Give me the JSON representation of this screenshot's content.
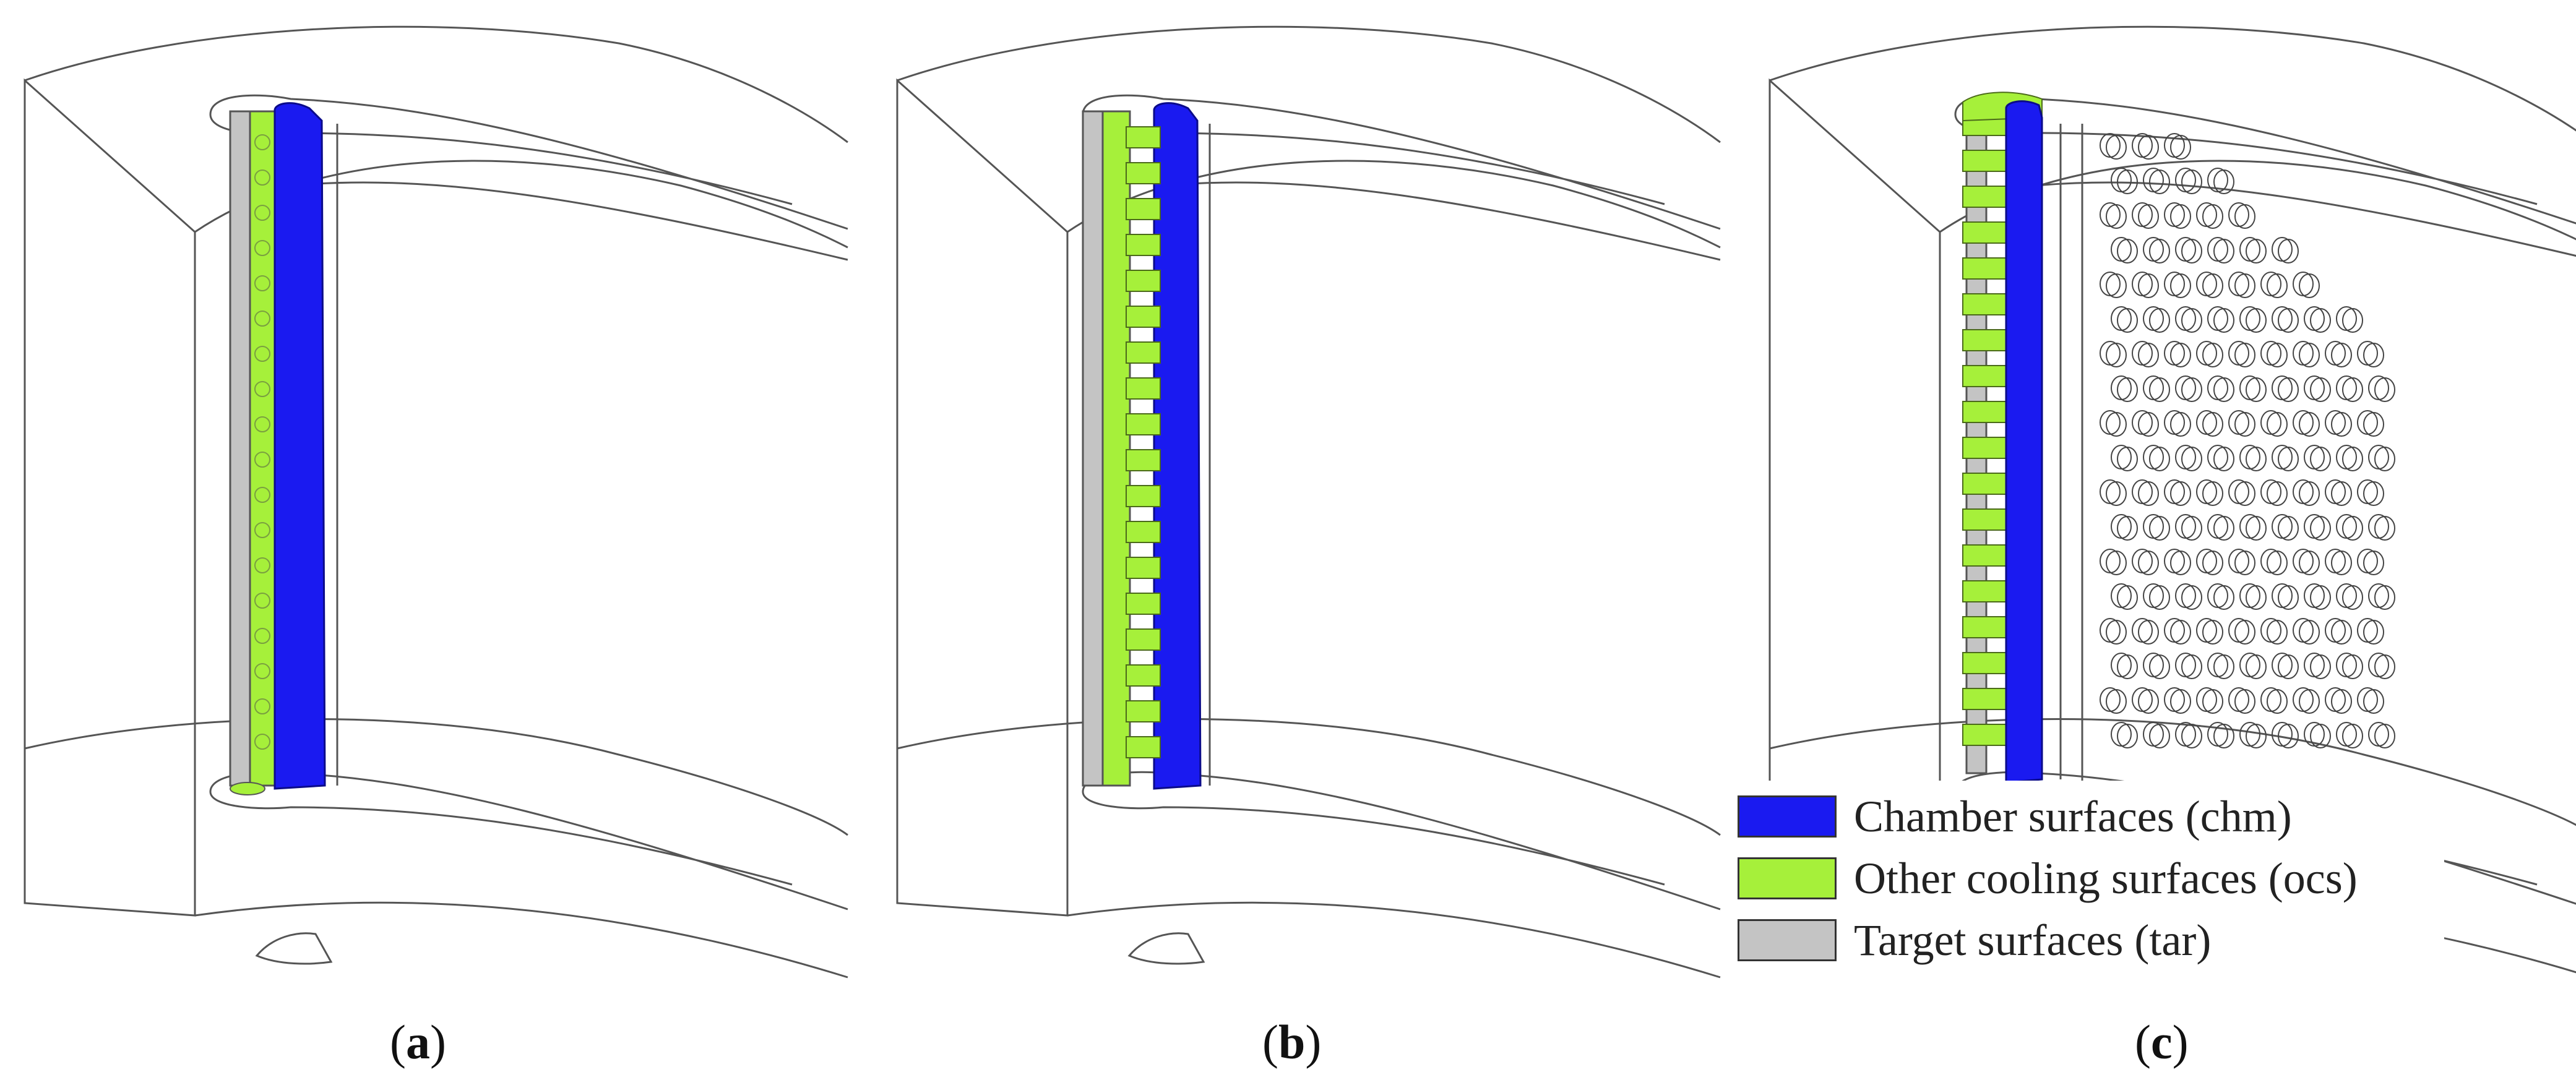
{
  "colors": {
    "chamber": "#1a1af0",
    "other_cooling": "#a6f03a",
    "target": "#c4c4c4",
    "outline": "#555555"
  },
  "legend": {
    "items": [
      {
        "label": "Chamber surfaces (chm)",
        "color": "#1a1af0"
      },
      {
        "label": "Other cooling surfaces (ocs)",
        "color": "#a6f03a"
      },
      {
        "label": "Target surfaces (tar)",
        "color": "#c4c4c4"
      }
    ]
  },
  "panels": [
    {
      "label_open": "(",
      "label_letter": "a",
      "label_close": ")"
    },
    {
      "label_open": "(",
      "label_letter": "b",
      "label_close": ")"
    },
    {
      "label_open": "(",
      "label_letter": "c",
      "label_close": ")"
    }
  ],
  "structure": {
    "ribs_per_column": 18,
    "hole_rows": 18
  }
}
